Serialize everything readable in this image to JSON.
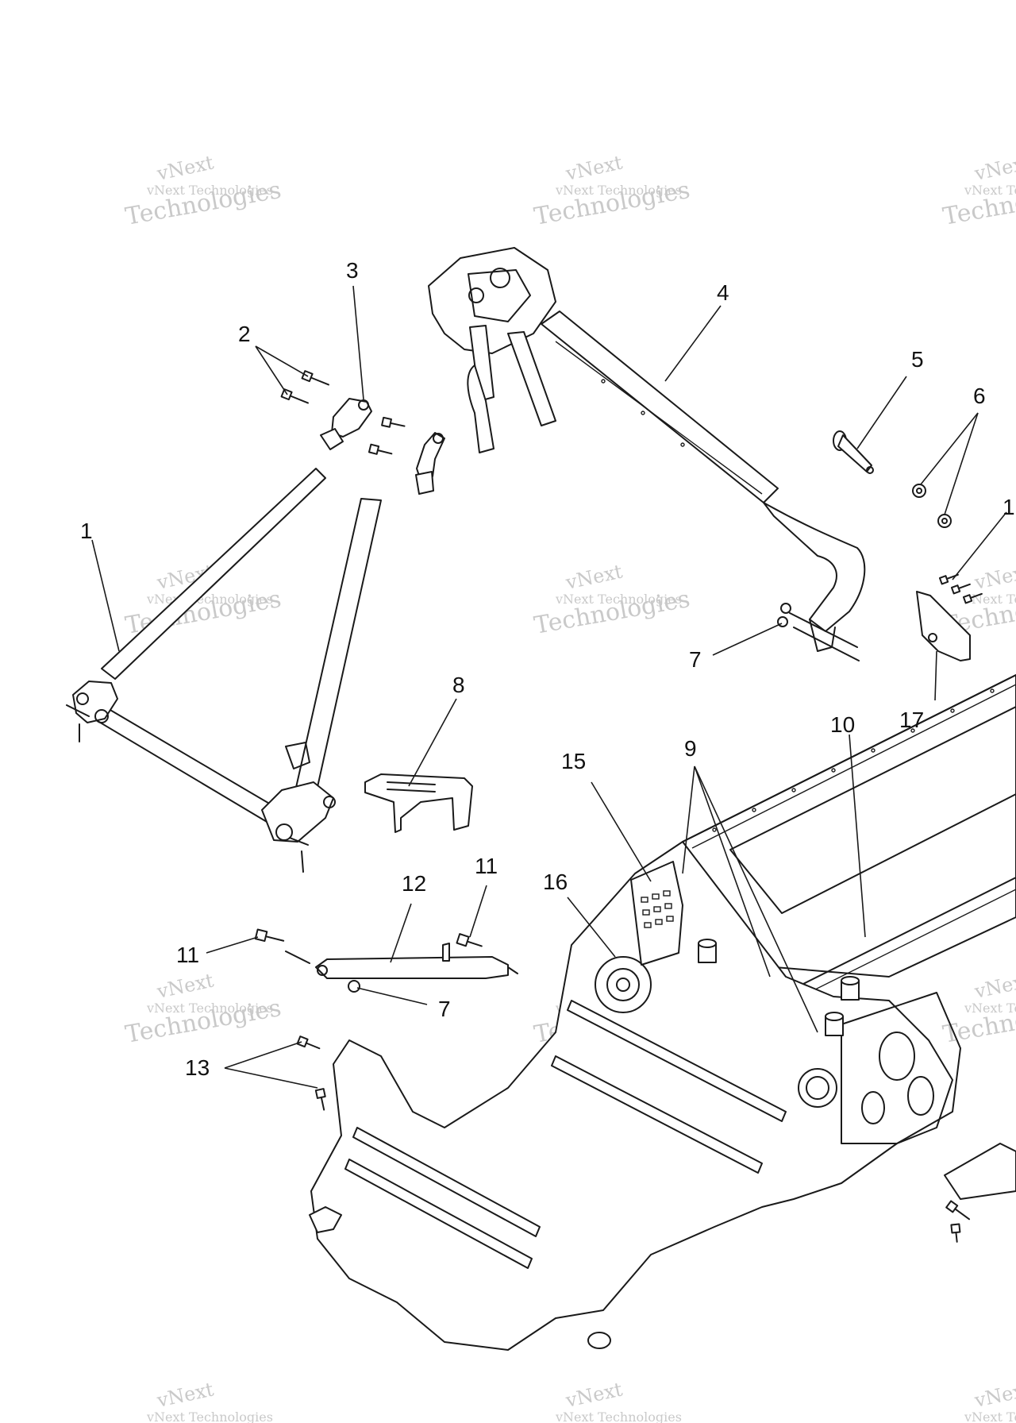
{
  "watermark": {
    "line1": "vNext",
    "line2": "vNext Technologies",
    "line3": "Technologies"
  },
  "callouts": {
    "c1": "1",
    "c1b": "1",
    "c2": "2",
    "c3": "3",
    "c4": "4",
    "c5": "5",
    "c6": "6",
    "c7a": "7",
    "c7b": "7",
    "c8": "8",
    "c9": "9",
    "c10": "10",
    "c11a": "11",
    "c11b": "11",
    "c12": "12",
    "c13": "13",
    "c15": "15",
    "c16": "16",
    "c17": "17"
  }
}
